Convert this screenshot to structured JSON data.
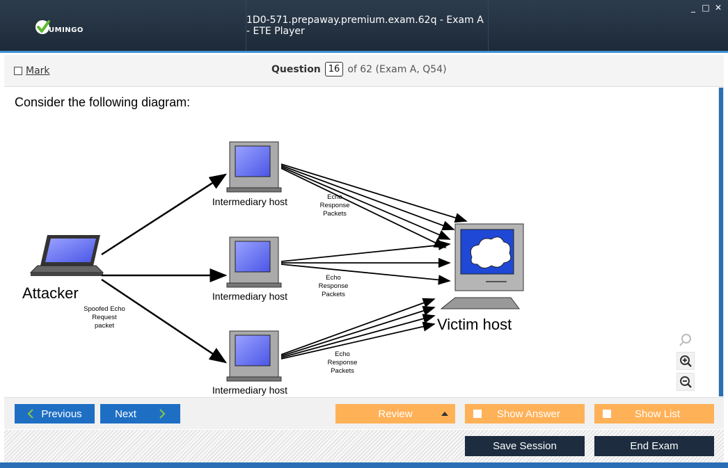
{
  "window": {
    "title": "1D0-571.prepaway.premium.exam.62q - Exam A - ETE Player",
    "logo_text": "UMINGO",
    "controls": {
      "minimize": "_",
      "maximize": "□",
      "close": "✕"
    }
  },
  "question_header": {
    "mark_label": "Mark",
    "question_label": "Question",
    "question_number": "16",
    "of_text": "of 62 (Exam A, Q54)"
  },
  "content": {
    "prompt": "Consider the following diagram:",
    "diagram": {
      "attacker_label": "Attacker",
      "spoofed_label": [
        "Spoofed Echo",
        "Request",
        "packet"
      ],
      "intermediary_labels": [
        "Intermediary host",
        "Intermediary host",
        "Intermediary host"
      ],
      "echo_labels": [
        [
          "Echo",
          "Response",
          "Packets"
        ],
        [
          "Echo",
          "Response",
          "Packets"
        ],
        [
          "Echo",
          "Response",
          "Packets"
        ]
      ],
      "victim_label": "Victim host"
    },
    "zoom_tools": [
      "search-icon",
      "zoom-in-icon",
      "zoom-out-icon"
    ]
  },
  "nav": {
    "previous_label": "Previous",
    "next_label": "Next",
    "review_label": "Review",
    "show_answer_label": "Show Answer",
    "show_list_label": "Show List"
  },
  "footer": {
    "save_label": "Save Session",
    "end_label": "End Exam"
  },
  "colors": {
    "titlebar": "#1d2a38",
    "accent_blue": "#1e6fc4",
    "orange": "#ffb158",
    "dark_button": "#1d2c3f"
  }
}
